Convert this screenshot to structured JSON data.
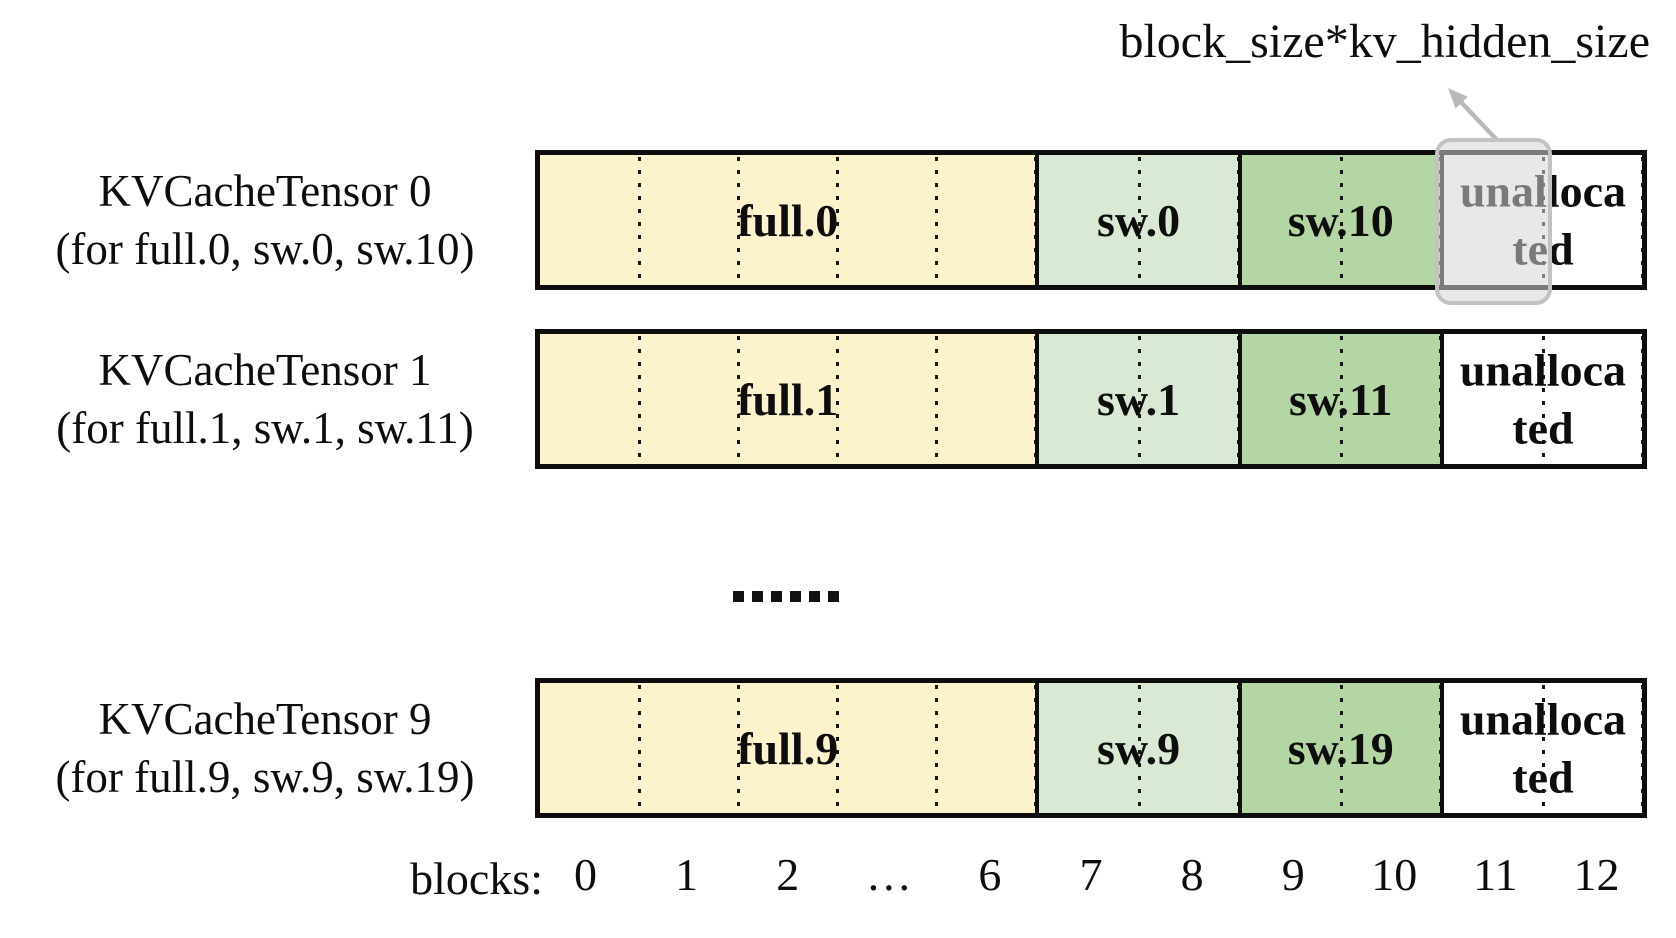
{
  "annotation": {
    "label": "block_size*kv_hidden_size"
  },
  "tensors": [
    {
      "name": "KVCacheTensor 0",
      "subtitle": "(for full.0, sw.0, sw.10)",
      "segments": [
        {
          "label": "full.0",
          "type": "full",
          "blocks": 7
        },
        {
          "label": "sw.0",
          "type": "sw",
          "blocks": 2
        },
        {
          "label": "sw.10",
          "type": "sw2",
          "blocks": 2
        },
        {
          "label": "unallocated",
          "type": "unallocated",
          "blocks": 2
        }
      ],
      "highlighted_block": 11
    },
    {
      "name": "KVCacheTensor 1",
      "subtitle": "(for full.1, sw.1, sw.11)",
      "segments": [
        {
          "label": "full.1",
          "type": "full",
          "blocks": 7
        },
        {
          "label": "sw.1",
          "type": "sw",
          "blocks": 2
        },
        {
          "label": "sw.11",
          "type": "sw2",
          "blocks": 2
        },
        {
          "label": "unallocated",
          "type": "unallocated",
          "blocks": 2
        }
      ]
    },
    {
      "name": "KVCacheTensor 9",
      "subtitle": "(for full.9, sw.9, sw.19)",
      "segments": [
        {
          "label": "full.9",
          "type": "full",
          "blocks": 7
        },
        {
          "label": "sw.9",
          "type": "sw",
          "blocks": 2
        },
        {
          "label": "sw.19",
          "type": "sw2",
          "blocks": 2
        },
        {
          "label": "unallocated",
          "type": "unallocated",
          "blocks": 2
        }
      ]
    }
  ],
  "separator": {
    "dots": 6
  },
  "axis": {
    "label": "blocks:",
    "ticks": [
      "0",
      "1",
      "2",
      "…",
      "6",
      "7",
      "8",
      "9",
      "10",
      "11",
      "12"
    ]
  },
  "colors": {
    "full": "#FCF2CC",
    "sw": "#D9E9D3",
    "sw2": "#B4D6A4",
    "unallocated": "#FFFFFF",
    "highlight_border": "#C2C2C2",
    "highlight_fill": "rgba(213,213,213,0.55)",
    "arrow": "#B9B9B9"
  }
}
